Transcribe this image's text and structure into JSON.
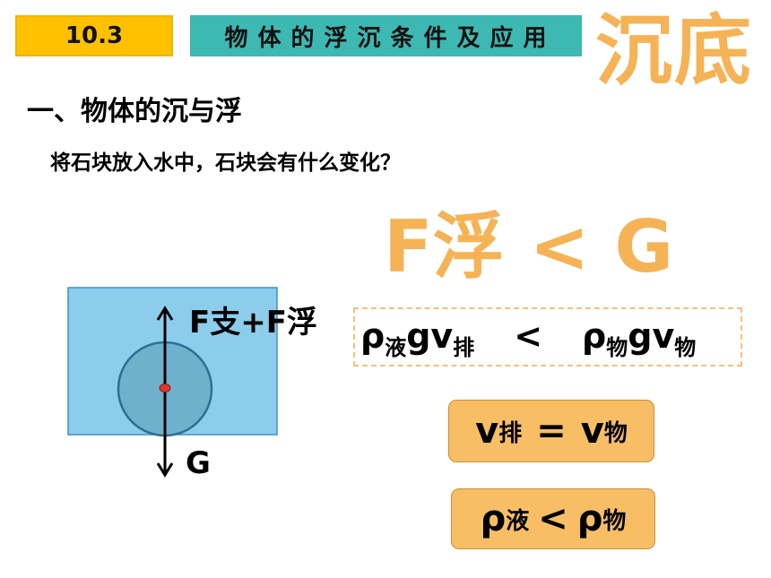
{
  "header": {
    "section_number": "10.3",
    "section_title": "物体的浮沉条件及应用",
    "corner_word": "沉底"
  },
  "content": {
    "heading": "一、物体的沉与浮",
    "question": "将石块放入水中，石块会有什么变化？",
    "big_formula": "F浮 < G"
  },
  "diagram": {
    "upward_force_label": "F支+F浮",
    "downward_force_label": "G",
    "water_color": "#8DCDEC",
    "stone_color": "#6FB0CC"
  },
  "formulas": {
    "density_relation": {
      "left_rho": "ρ",
      "left_rho_sub": "液",
      "left_g": "g",
      "left_v": "v",
      "left_v_sub": "排",
      "operator": "<",
      "right_rho": "ρ",
      "right_rho_sub": "物",
      "right_g": "g",
      "right_v": "v",
      "right_v_sub": "物"
    },
    "volume_equal": {
      "left": "v",
      "left_sub": "排",
      "operator": "=",
      "right": "v",
      "right_sub": "物"
    },
    "density_compare": {
      "left": "ρ",
      "left_sub": "液",
      "operator": "<",
      "right": "ρ",
      "right_sub": "物"
    }
  },
  "colors": {
    "badge_yellow": "#FFC000",
    "badge_teal": "#3DB8B2",
    "accent_orange": "#F5B356",
    "box_orange": "#F7BE65"
  }
}
